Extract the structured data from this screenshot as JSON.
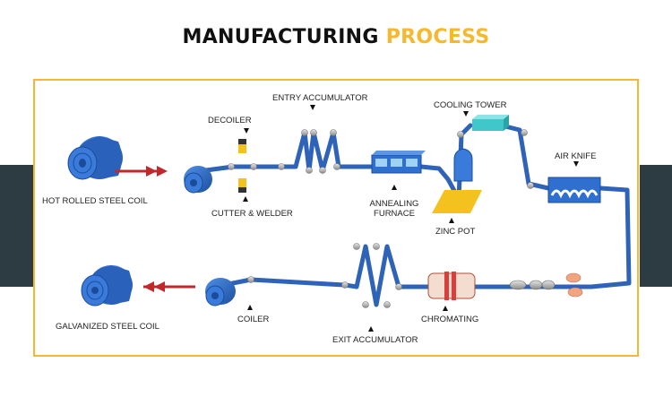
{
  "title": {
    "main": "MANUFACTURING",
    "accent": "PROCESS"
  },
  "colors": {
    "accent": "#f5b82e",
    "band": "#2c3c42",
    "strip": "#2e63b8",
    "coil": "#2f6fcf",
    "arrow": "#c0282b",
    "zinc": "#f4c21f",
    "cooling": "#3fc7c9",
    "chromating": "#d9403d"
  },
  "labels": {
    "hot_rolled": "HOT ROLLED STEEL COIL",
    "decoiler": "DECOILER",
    "cutter_welder": "CUTTER & WELDER",
    "entry_accumulator": "ENTRY ACCUMULATOR",
    "annealing_1": "ANNEALING",
    "annealing_2": "FURNACE",
    "cooling_tower": "COOLING TOWER",
    "zinc_pot": "ZINC POT",
    "air_knife": "AIR KNIFE",
    "galvanized": "GALVANIZED STEEL COIL",
    "coiler": "COILER",
    "exit_accumulator": "EXIT ACCUMULATOR",
    "chromating": "CHROMATING"
  }
}
